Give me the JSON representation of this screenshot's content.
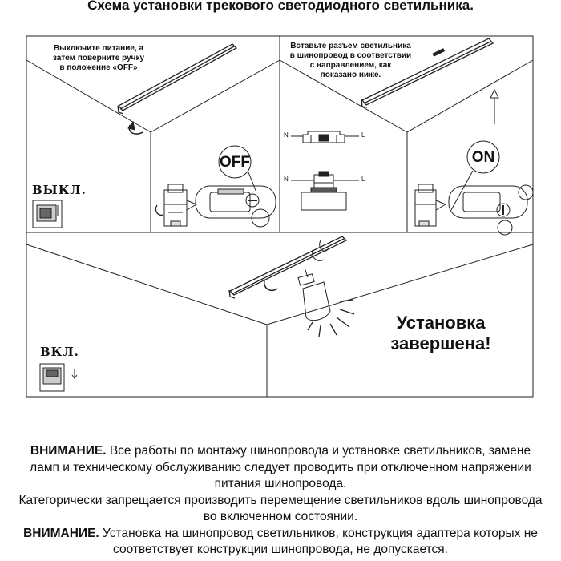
{
  "title": "Схема установки трекового светодиодного светильника.",
  "panel1": {
    "instruction_lines": [
      "Выключите питание, а",
      "затем поверните ручку",
      "в положение «OFF»"
    ],
    "callout": "OFF",
    "switch_label": "ВЫКЛ."
  },
  "panel2": {
    "instruction_lines": [
      "Вставьте разъем светильника",
      "в шинопровод в соответствии",
      "с направлением, как",
      "показано ниже."
    ],
    "callout": "ON",
    "n_label": "N",
    "l_label": "L"
  },
  "panel3": {
    "switch_label": "ВКЛ.",
    "done_lines": [
      "Установка",
      "завершена!"
    ]
  },
  "notice": {
    "p1_bold": "ВНИМАНИЕ.",
    "p1_text": " Все работы по монтажу шинопровода и установке светильников, замене ламп и техническому обслуживанию следует проводить при отключенном напряжении питания шинопровода.",
    "p2_text": "Категорически запрещается производить перемещение светильников вдоль шинопровода во включенном состоянии.",
    "p3_bold": "ВНИМАНИЕ.",
    "p3_text": " Установка на шинопровод светильников, конструкция адаптера которых не соответствует конструкции шинопровода, не допускается."
  }
}
